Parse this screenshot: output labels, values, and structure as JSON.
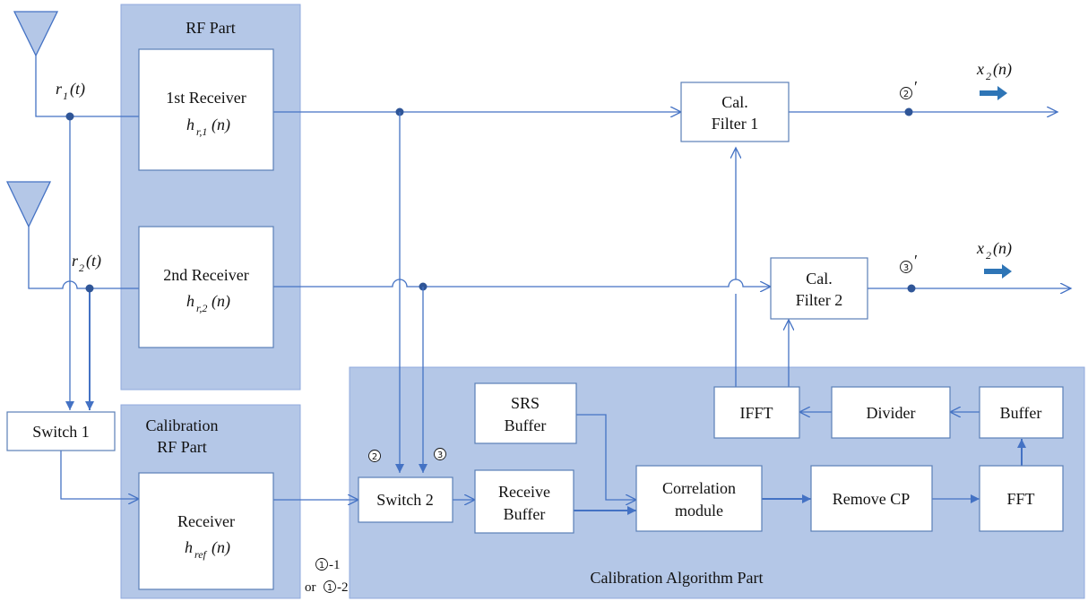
{
  "regions": {
    "rf_part": "RF Part",
    "calibration_rf_part_line1": "Calibration",
    "calibration_rf_part_line2": "RF Part",
    "calibration_algorithm_part": "Calibration Algorithm Part"
  },
  "blocks": {
    "receiver1_label": "1st Receiver",
    "receiver1_func": "h",
    "receiver1_sub": "r,1",
    "receiver1_arg": "(n)",
    "receiver2_label": "2nd Receiver",
    "receiver2_func": "h",
    "receiver2_sub": "r,2",
    "receiver2_arg": "(n)",
    "ref_receiver_label": "Receiver",
    "ref_receiver_func": "h",
    "ref_receiver_sub": "ref",
    "ref_receiver_arg": "(n)",
    "switch1": "Switch 1",
    "switch2": "Switch 2",
    "cal_filter1_line1": "Cal.",
    "cal_filter1_line2": "Filter 1",
    "cal_filter2_line1": "Cal.",
    "cal_filter2_line2": "Filter 2",
    "srs_buffer_line1": "SRS",
    "srs_buffer_line2": "Buffer",
    "receive_buffer_line1": "Receive",
    "receive_buffer_line2": "Buffer",
    "correlation_line1": "Correlation",
    "correlation_line2": "module",
    "remove_cp": "Remove CP",
    "fft": "FFT",
    "ifft": "IFFT",
    "divider": "Divider",
    "buffer": "Buffer"
  },
  "signals": {
    "r1_func": "r",
    "r1_sub": "1",
    "r1_arg": "(t)",
    "r2_func": "r",
    "r2_sub": "2",
    "r2_arg": "(t)",
    "out1_func": "x",
    "out1_sub": "2",
    "out1_arg": "(n)",
    "out2_func": "x",
    "out2_sub": "2",
    "out2_arg": "(n)"
  },
  "markers": {
    "m1_num": "1",
    "m1_suffix": "-1",
    "m1b_prefix": "or",
    "m1b_num": "1",
    "m1b_suffix": "-2",
    "m2_num": "2",
    "m3_num": "3",
    "m2p_num": "2",
    "m3p_num": "3",
    "prime": "′"
  },
  "colors": {
    "region_fill": "#b4c7e7",
    "wire": "#4472c4",
    "block_border": "#5b7fb7",
    "arrow_accent": "#2e75b6"
  }
}
